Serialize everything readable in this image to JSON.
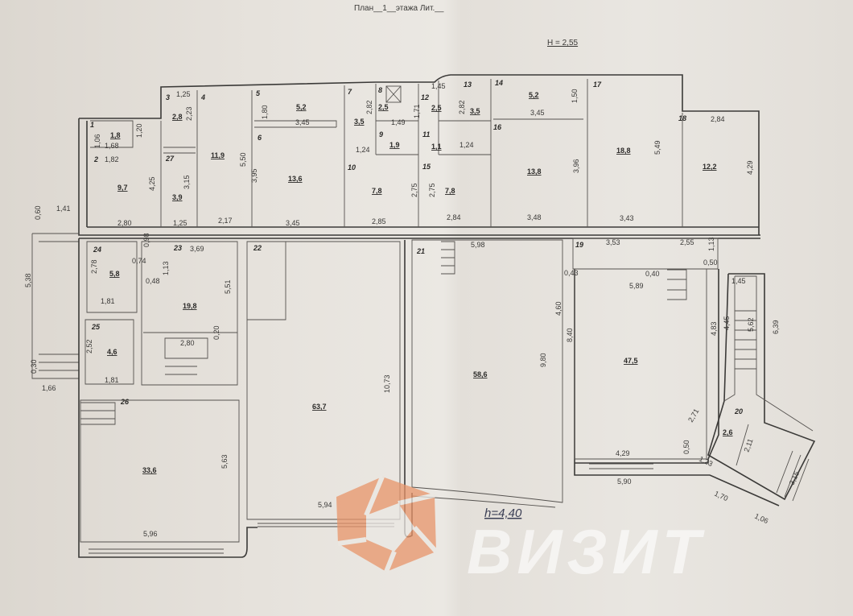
{
  "header": {
    "title": "План__1__этажа Лит.__",
    "ceiling_top": "H = 2,55",
    "ceiling_bottom": "h=4,40"
  },
  "watermark": {
    "brand": "ВИЗИТ",
    "logo_color": "#e8956a"
  },
  "rooms": [
    {
      "num": "1",
      "area": "1,8"
    },
    {
      "num": "2",
      "area": "9,7"
    },
    {
      "num": "3",
      "area": "2,8"
    },
    {
      "num": "4",
      "area": "11,9"
    },
    {
      "num": "5",
      "area": "5,2"
    },
    {
      "num": "6",
      "area": "13,6"
    },
    {
      "num": "7",
      "area": "3,5"
    },
    {
      "num": "8",
      "area": "2,5"
    },
    {
      "num": "9",
      "area": "1,9"
    },
    {
      "num": "10",
      "area": "7,8"
    },
    {
      "num": "11",
      "area": "1,1"
    },
    {
      "num": "12",
      "area": "2,5"
    },
    {
      "num": "13",
      "area": "3,5"
    },
    {
      "num": "14",
      "area": "5,2"
    },
    {
      "num": "15",
      "area": "7,8"
    },
    {
      "num": "16",
      "area": "13,8"
    },
    {
      "num": "17",
      "area": "18,8"
    },
    {
      "num": "18",
      "area": "12,2"
    },
    {
      "num": "19",
      "area": ""
    },
    {
      "num": "20",
      "area": "2,6"
    },
    {
      "num": "21",
      "area": "58,6"
    },
    {
      "num": "22",
      "area": "63,7"
    },
    {
      "num": "23",
      "area": "19,8"
    },
    {
      "num": "24",
      "area": "5,8"
    },
    {
      "num": "25",
      "area": "4,6"
    },
    {
      "num": "26",
      "area": "33,6"
    },
    {
      "num": "27",
      "area": "3,9"
    },
    {
      "num": "",
      "area": "47,5"
    }
  ],
  "dimensions": [
    "1,25",
    "2,23",
    "1,80",
    "3,45",
    "2,82",
    "1,49",
    "1,71",
    "1,45",
    "2,82",
    "3,45",
    "1,50",
    "2,84",
    "1,06",
    "1,20",
    "1,68",
    "1,82",
    "4,25",
    "3,15",
    "5,50",
    "3,95",
    "1,24",
    "1,24",
    "2,75",
    "2,75",
    "3,96",
    "5,49",
    "4,29",
    "0,60",
    "1,41",
    "2,80",
    "1,25",
    "2,17",
    "3,45",
    "2,85",
    "2,84",
    "3,48",
    "3,43",
    "3,69",
    "0,98",
    "1,13",
    "0,74",
    "2,78",
    "0,48",
    "1,81",
    "5,51",
    "5,38",
    "2,80",
    "0,20",
    "2,52",
    "0,30",
    "1,66",
    "1,81",
    "10,73",
    "5,63",
    "5,96",
    "5,94",
    "5,98",
    "3,53",
    "2,55",
    "1,13",
    "0,50",
    "0,43",
    "0,40",
    "5,89",
    "1,45",
    "4,60",
    "8,40",
    "9,80",
    "4,83",
    "4,45",
    "5,62",
    "6,39",
    "2,71",
    "2,11",
    "0,50",
    "4,29",
    "1,23",
    "5,90",
    "1,70",
    "1,06",
    "3,15"
  ]
}
